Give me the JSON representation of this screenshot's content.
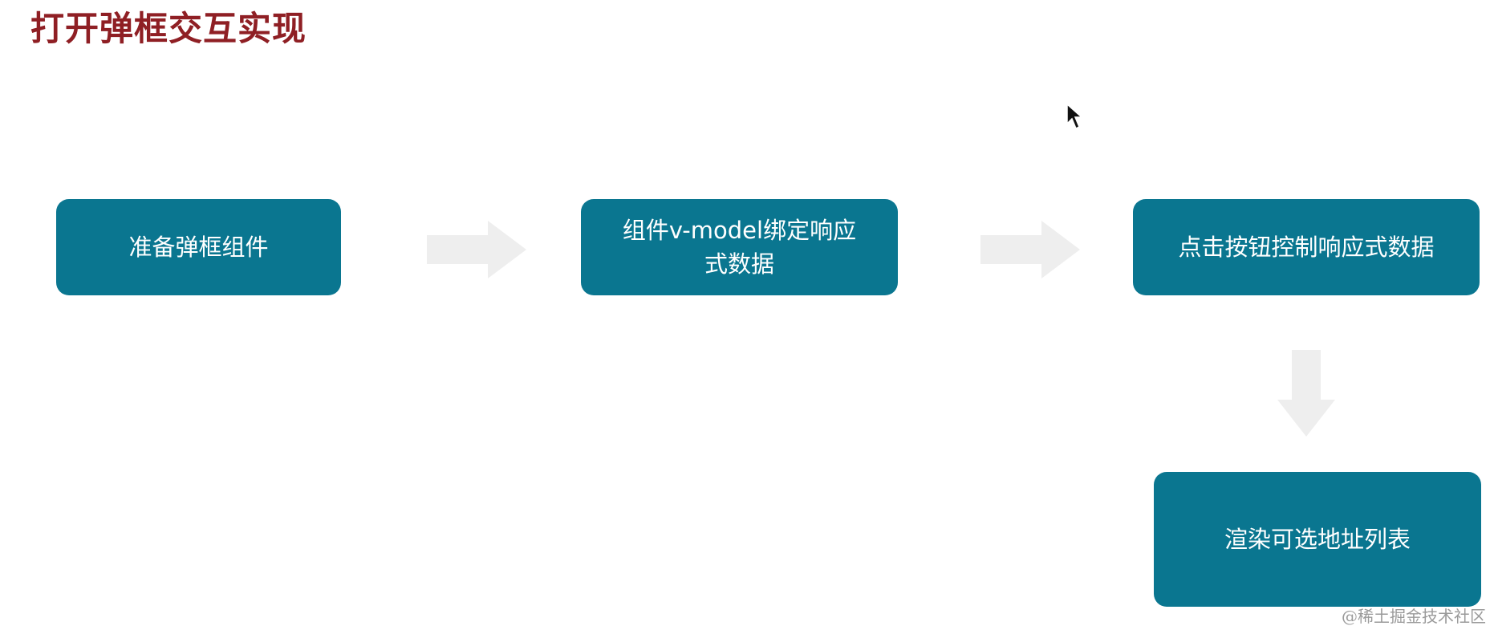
{
  "title": "打开弹框交互实现",
  "nodes": [
    {
      "id": "node1",
      "lines": [
        "准备弹框组件"
      ]
    },
    {
      "id": "node2",
      "lines": [
        "组件v-model绑定响应",
        "式数据"
      ]
    },
    {
      "id": "node3",
      "lines": [
        "点击按钮控制响应式数据"
      ]
    },
    {
      "id": "node4",
      "lines": [
        "渲染可选地址列表"
      ]
    }
  ],
  "edges": [
    {
      "from": "node1",
      "to": "node2",
      "direction": "right"
    },
    {
      "from": "node2",
      "to": "node3",
      "direction": "right"
    },
    {
      "from": "node3",
      "to": "node4",
      "direction": "down"
    }
  ],
  "watermark": "@稀土掘金技术社区",
  "colors": {
    "title": "#8f1f24",
    "node_fill": "#0a7690",
    "node_text": "#ffffff",
    "arrow": "#eeeeee"
  }
}
